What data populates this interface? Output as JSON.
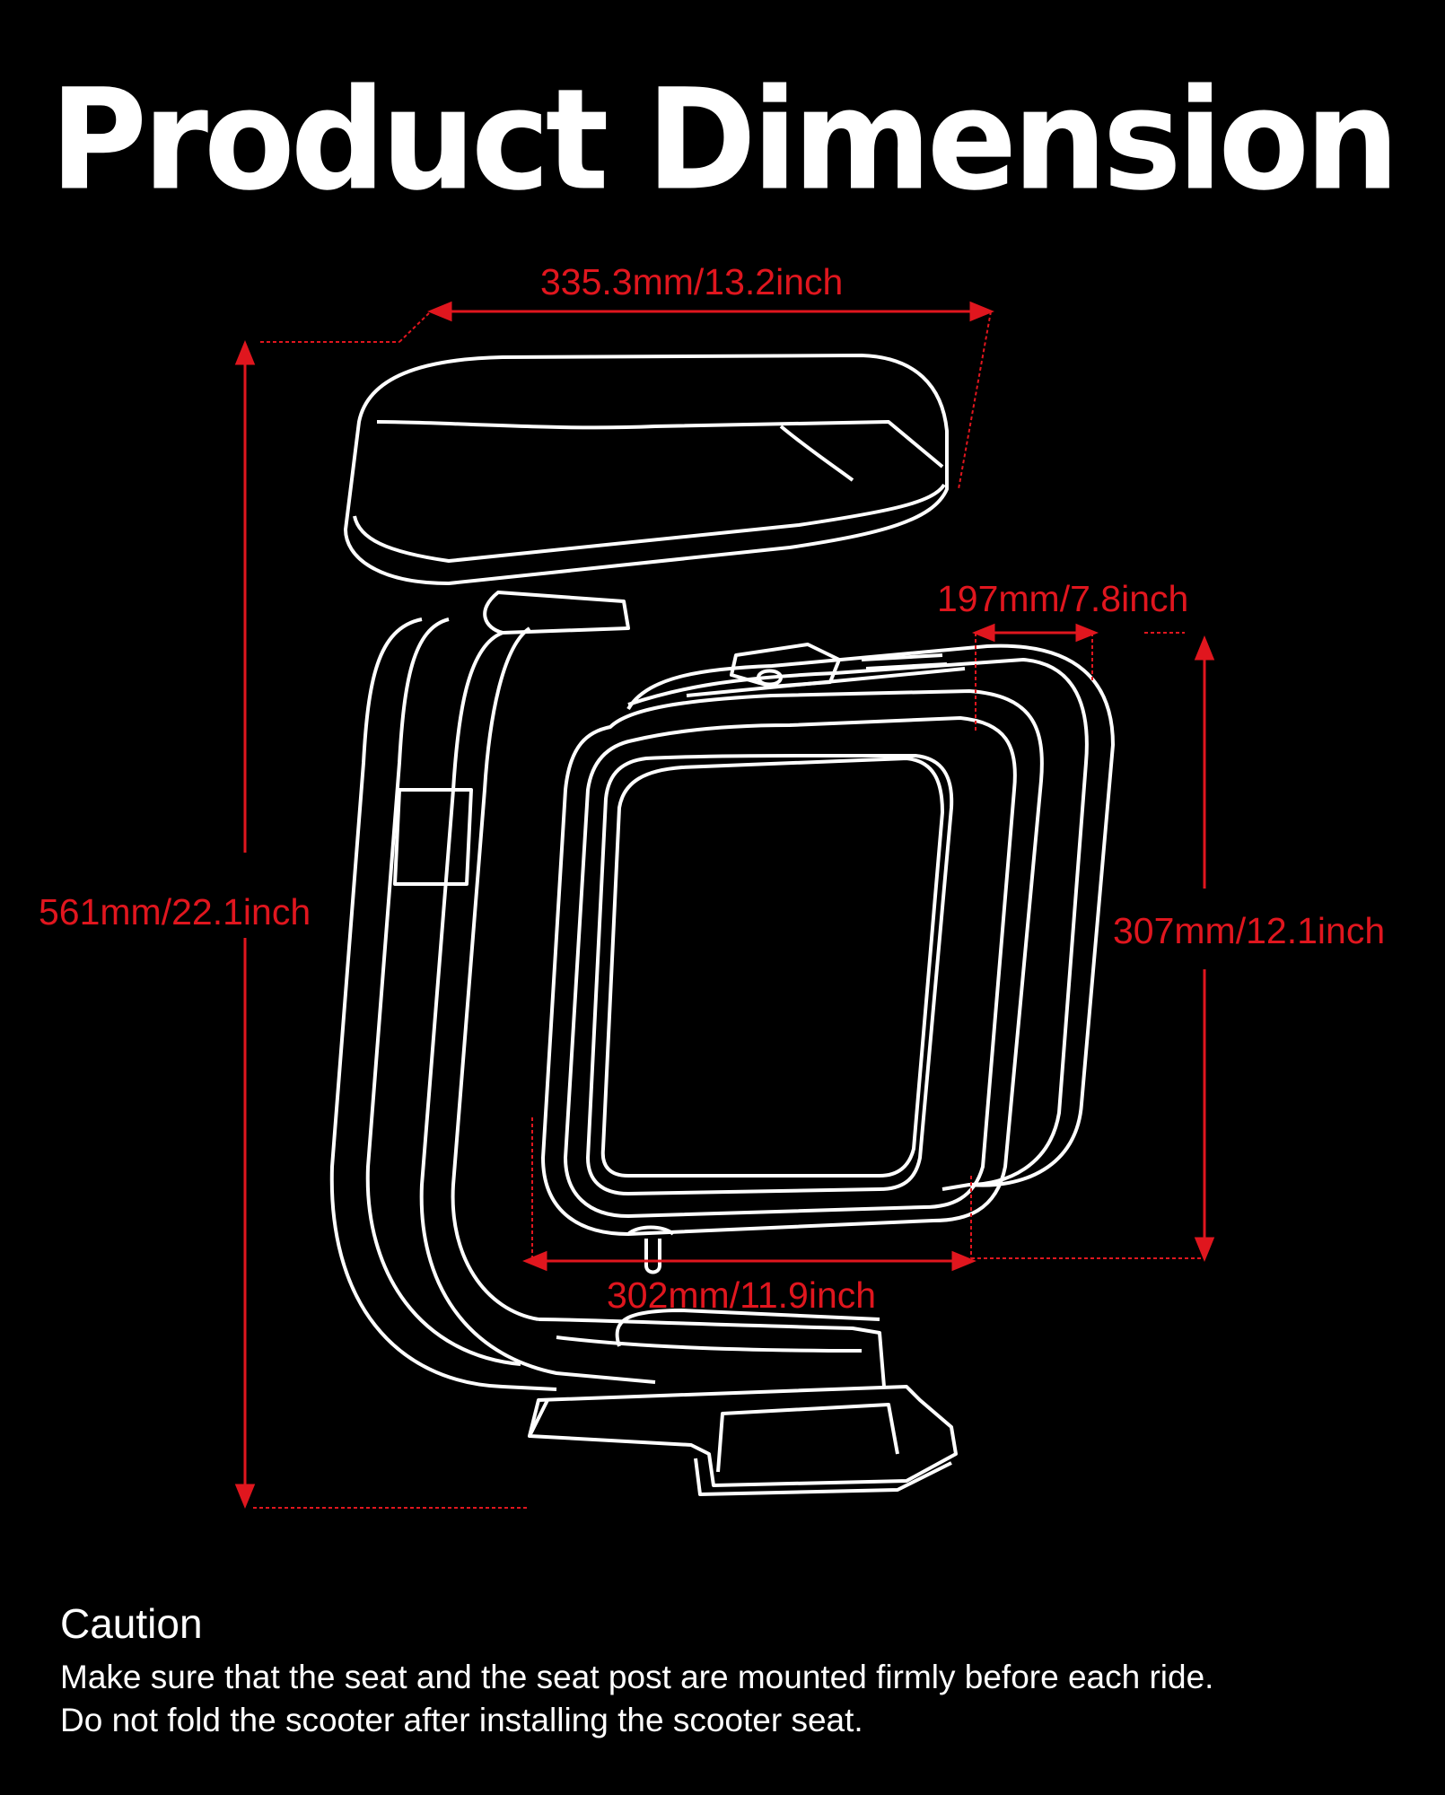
{
  "title": "Product Dimension",
  "colors": {
    "background": "#000000",
    "outline": "#ffffff",
    "dimension": "#e0161e"
  },
  "dimensions": {
    "width": "335.3mm/13.2inch",
    "height": "561mm/22.1inch",
    "bag_depth": "197mm/7.8inch",
    "bag_height": "307mm/12.1inch",
    "bag_width": "302mm/11.9inch"
  },
  "caution": {
    "title": "Caution",
    "lines": [
      "Make sure that the seat and the seat post are mounted firmly before each ride.",
      "Do not fold the scooter after installing the scooter seat."
    ]
  }
}
